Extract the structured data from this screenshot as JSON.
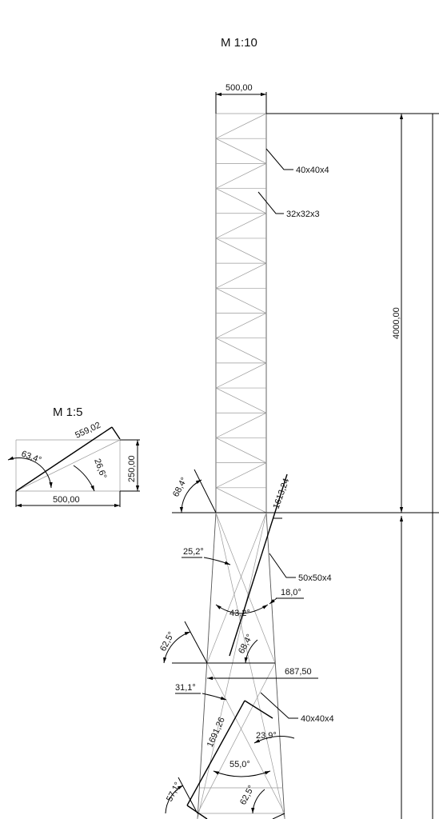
{
  "titles": {
    "main_scale": "M 1:10",
    "detail_scale": "M 1:5"
  },
  "dimensions": {
    "top_width": "500,00",
    "total_height": "4000,00",
    "detail_width": "500,00",
    "detail_height": "250,00",
    "detail_diagonal": "559,02",
    "diag1": "1613,24",
    "mid_width": "687,50",
    "diag2": "1691,26"
  },
  "angles": {
    "detail_a": "63,4°",
    "detail_b": "26,6°",
    "top_left": "68,4°",
    "a25": "25,2°",
    "a18": "18,0°",
    "a43": "43,2°",
    "a62_left": "62,5°",
    "a68_mid": "68,4°",
    "a31": "31,1°",
    "a23": "23,9°",
    "a55": "55,0°",
    "a57": "57,1°",
    "a62_bottom": "62,5°"
  },
  "profiles": {
    "p1": "40x40x4",
    "p2": "32x32x3",
    "p3": "50x50x4",
    "p4": "40x40x4"
  }
}
